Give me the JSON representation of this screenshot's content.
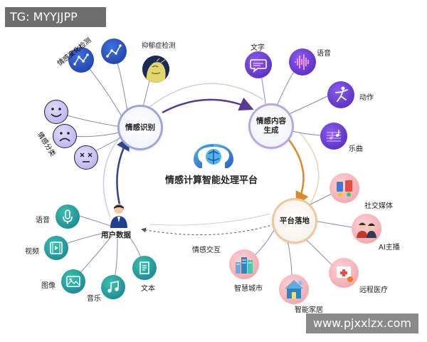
{
  "watermark": {
    "top_left": "TG: MYYJJPP",
    "bottom_right": "www.pjxxlzx.com"
  },
  "center": {
    "title": "情感计算智能处理平台"
  },
  "hubs": {
    "emotion_recognition": "情感识别",
    "content_generation_line1": "情感内容",
    "content_generation_line2": "生成",
    "platform_landing": "平台落地",
    "user_data": "用户数据"
  },
  "arc_labels": {
    "interaction": "情感交互"
  },
  "recognition": {
    "change_detection": "情感变化检测",
    "depression": "抑郁症检测",
    "classification": "情感分类"
  },
  "generation": {
    "text": "文字",
    "voice": "语音",
    "action": "动作",
    "music": "乐曲"
  },
  "landing": {
    "social": "社交媒体",
    "ai_anchor": "AI主播",
    "telemedicine": "远程医疗",
    "smart_home": "智能家居",
    "smart_city": "智慧城市"
  },
  "user_data": {
    "voice": "语音",
    "video": "视频",
    "image": "图像",
    "music": "音乐",
    "text": "文本"
  },
  "colors": {
    "purple_arc": "#6b3fa0",
    "blue_arc": "#3b4fa8",
    "orange_arc": "#d98a2b",
    "teal": "#2aa89a",
    "pink": "#e85a6a",
    "violet": "#7c4dd8",
    "navy": "#1e3f9a"
  }
}
